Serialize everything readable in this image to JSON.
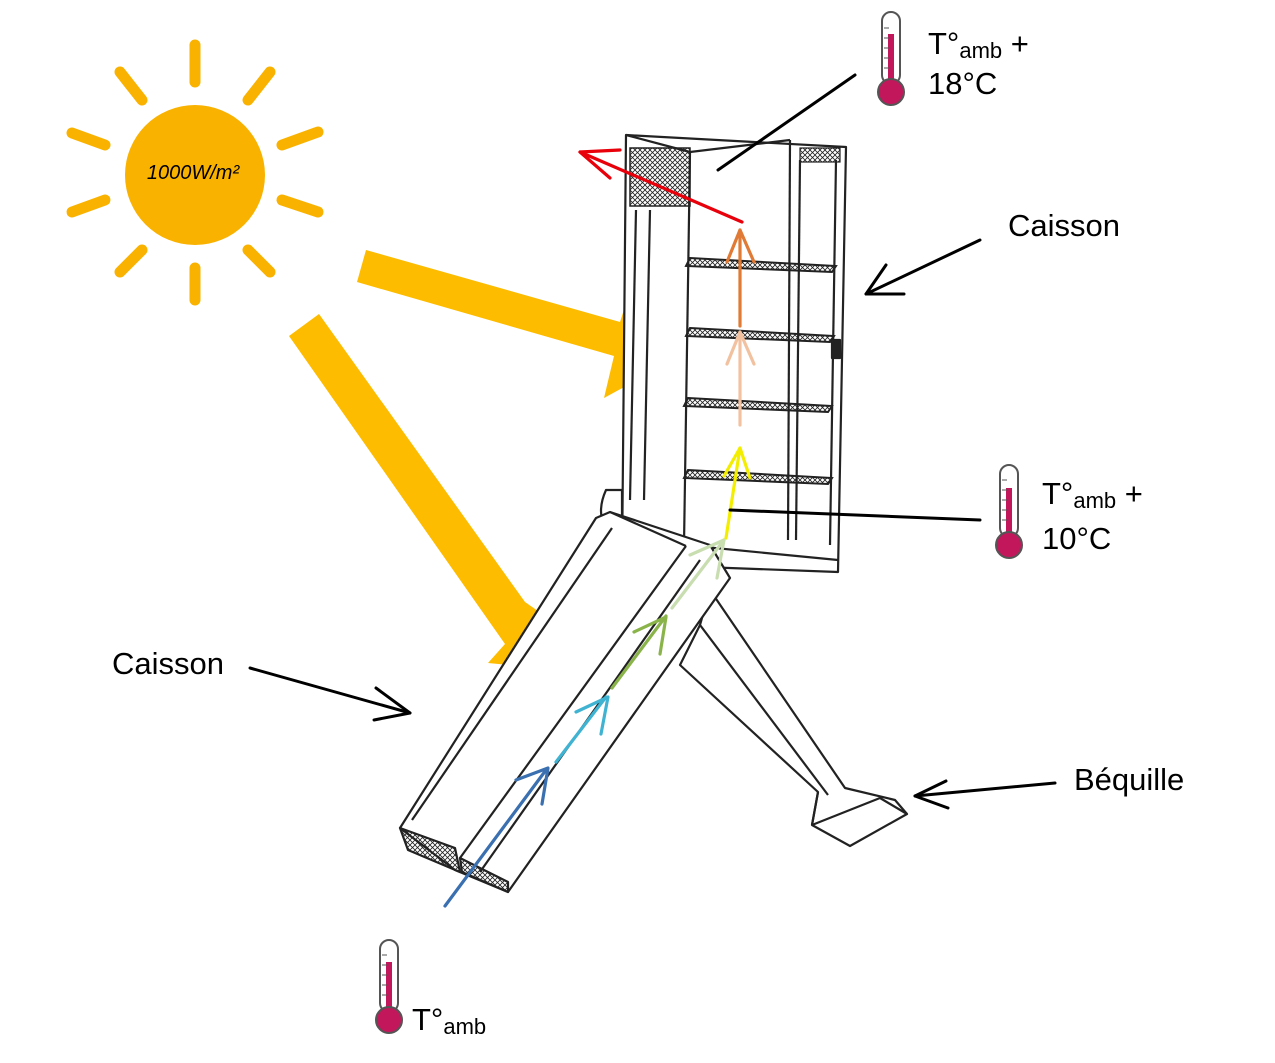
{
  "sun": {
    "irradiance": "1000W/m²",
    "color": "#F9B200",
    "icon": "sun-icon"
  },
  "labels": {
    "caisson_upper": "Caisson",
    "caisson_lower": "Caisson",
    "bequille": "Béquille"
  },
  "thermometers": [
    {
      "prefix": "T°",
      "subscript": "amb",
      "suffix": " +",
      "line2": "18°C",
      "icon": "thermometer-icon"
    },
    {
      "prefix": "T°",
      "subscript": "amb",
      "suffix": " +",
      "line2": "10°C",
      "icon": "thermometer-icon"
    },
    {
      "prefix": "T°",
      "subscript": "amb",
      "suffix": "",
      "line2": "",
      "icon": "thermometer-icon"
    }
  ],
  "colors": {
    "sun_ray_arrows": "#FDBC00",
    "thermometer": "#C2185B",
    "airflow_exit": "#E8000B",
    "airflow_hot": "#E07A34",
    "airflow_warm": "#F2C2A0",
    "airflow_yellow": "#F3EE00",
    "airflow_lightgreen": "#C8DDB0",
    "airflow_green": "#8AB44A",
    "airflow_cyan": "#3FB3D1",
    "airflow_blue": "#3A6FB0"
  }
}
